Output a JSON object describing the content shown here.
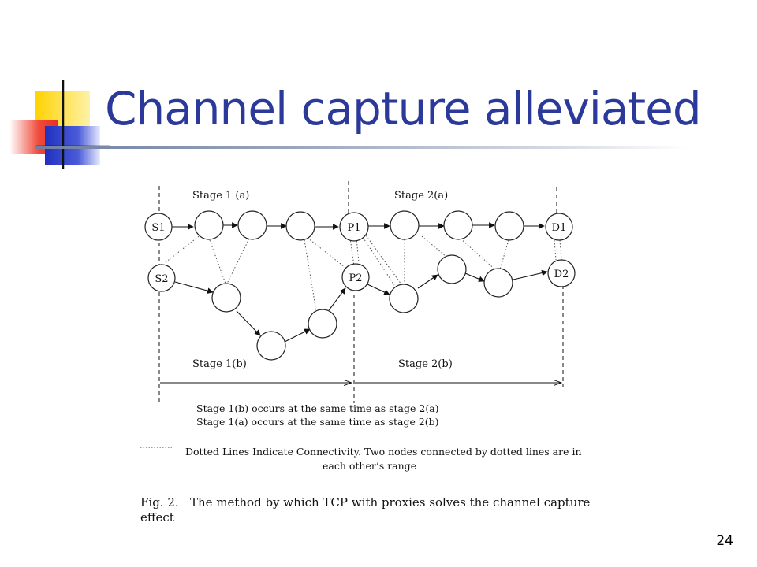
{
  "slide": {
    "title": "Channel capture alleviated",
    "page_number": "24"
  },
  "figure": {
    "stage_labels": {
      "s1a": "Stage 1 (a)",
      "s2a": "Stage 2(a)",
      "s1b": "Stage 1(b)",
      "s2b": "Stage 2(b)"
    },
    "nodes": {
      "s1": "S1",
      "p1": "P1",
      "d1": "D1",
      "s2": "S2",
      "p2": "P2",
      "d2": "D2"
    },
    "notes": {
      "line1": "Stage 1(b) occurs at the same time as stage 2(a)",
      "line2": "Stage 1(a) occurs at the same time as stage 2(b)"
    },
    "legend": {
      "line1": "Dotted Lines Indicate Connectivity. Two nodes connected by dotted lines are in",
      "line2": "each other’s range"
    },
    "caption": {
      "line1": "Fig. 2.   The method by which TCP with proxies solves the channel capture",
      "line2": "effect"
    }
  }
}
